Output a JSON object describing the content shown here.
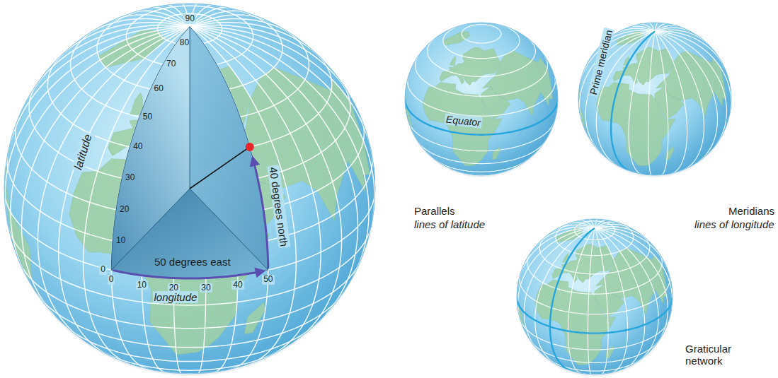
{
  "diagram": {
    "labels": [
      "90",
      "80",
      "70",
      "60",
      "50",
      "40",
      "30",
      "20",
      "10",
      "0",
      "latitude",
      "40 degrees north",
      "50 degrees east",
      "0",
      "10",
      "20",
      "30",
      "40",
      "50",
      "longitude",
      "Equator",
      "Prime meridian",
      "Parallels",
      "lines of latitude",
      "Meridians",
      "lines of longitude",
      "Graticular network"
    ]
  }
}
